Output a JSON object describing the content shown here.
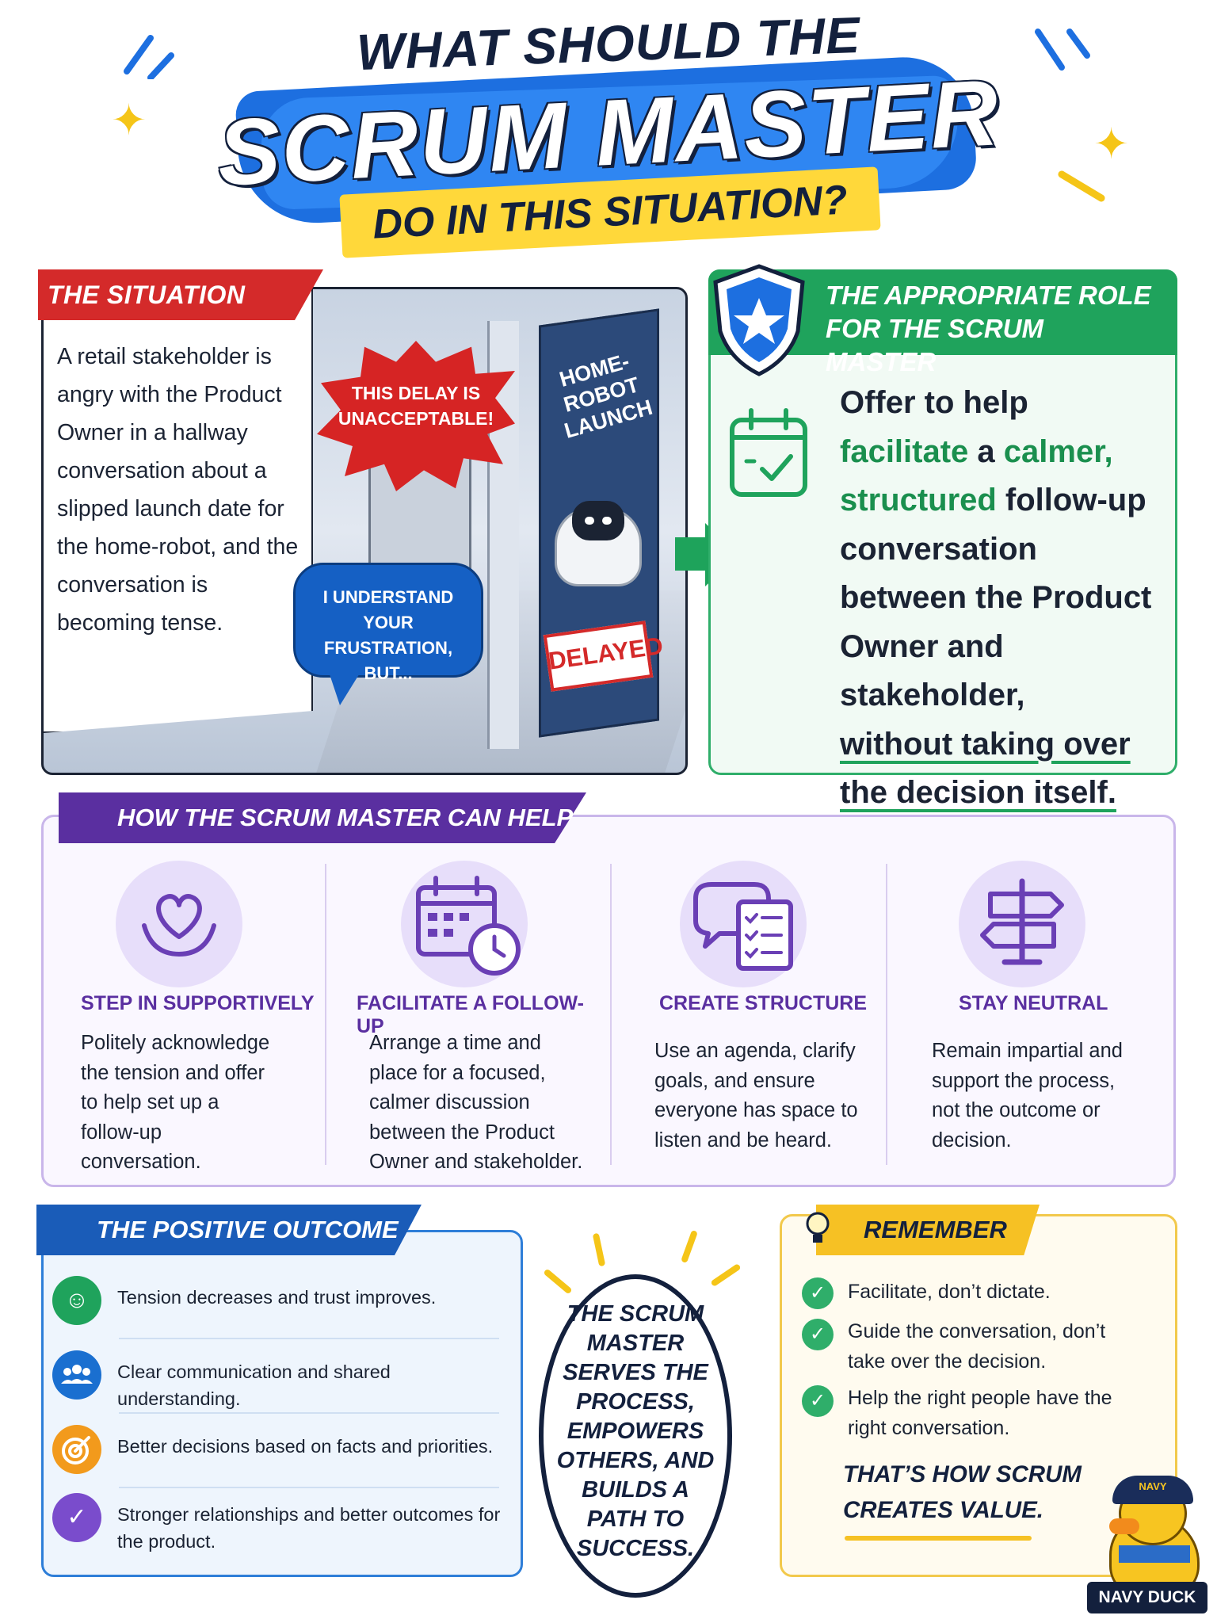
{
  "header": {
    "line1": "WHAT SHOULD THE",
    "line2": "SCRUM MASTER",
    "line3": "DO IN THIS SITUATION?"
  },
  "situation": {
    "tag": "THE SITUATION",
    "text": "A retail stakeholder is angry with the Product Owner in a hallway conversation about a slipped launch date for the home-robot, and the conversation is becoming tense.",
    "angry_bubble": "THIS DELAY IS UNACCEPTABLE!",
    "calm_bubble": "I UNDERSTAND YOUR FRUSTRATION, BUT...",
    "poster_title": "HOME-ROBOT LAUNCH",
    "poster_stamp": "DELAYED"
  },
  "role": {
    "title": "THE APPROPRIATE ROLE FOR THE SCRUM MASTER",
    "p1": "Offer to help",
    "p2": "facilitate",
    "p3": " a ",
    "p4": "calmer,",
    "p5": "structured",
    "p6": " follow-up conversation between the Product Owner and stakeholder,",
    "p7": "without taking over the decision itself."
  },
  "help": {
    "tag": "HOW THE SCRUM MASTER CAN HELP",
    "steps": [
      {
        "icon": "heart-hands-icon",
        "title": "STEP IN SUPPORTIVELY",
        "desc": "Politely acknowledge the tension and offer to help set up a follow-up conversation."
      },
      {
        "icon": "calendar-clock-icon",
        "title": "FACILITATE A FOLLOW-UP",
        "desc": "Arrange a time and place for a focused, calmer discussion between the Product Owner and stakeholder."
      },
      {
        "icon": "chat-checklist-icon",
        "title": "CREATE STRUCTURE",
        "desc": "Use an agenda, clarify goals, and ensure everyone has space to listen and be heard."
      },
      {
        "icon": "signpost-icon",
        "title": "STAY NEUTRAL",
        "desc": "Remain impartial and support the process, not the outcome or decision."
      }
    ]
  },
  "outcome": {
    "tag": "THE POSITIVE OUTCOME",
    "items": [
      {
        "icon": "smile-icon",
        "color": "#1fa35c",
        "text": "Tension decreases and trust improves."
      },
      {
        "icon": "people-icon",
        "color": "#1a6fd0",
        "text": "Clear communication and shared understanding."
      },
      {
        "icon": "target-icon",
        "color": "#f29a1c",
        "text": "Better decisions based on facts and priorities."
      },
      {
        "icon": "check-icon",
        "color": "#7a4ccc",
        "text": "Stronger relationships and better outcomes for the product."
      }
    ]
  },
  "center": {
    "text": "THE SCRUM MASTER SERVES THE PROCESS, EMPOWERS OTHERS, AND BUILDS A PATH TO SUCCESS."
  },
  "remember": {
    "tag": "REMEMBER",
    "items": [
      "Facilitate, don’t dictate.",
      "Guide the conversation, don’t take over the decision.",
      "Help the right people have the right conversation."
    ],
    "final": "THAT’S HOW SCRUM CREATES VALUE."
  },
  "mascot": {
    "cap": "NAVY",
    "label": "NAVY DUCK"
  }
}
